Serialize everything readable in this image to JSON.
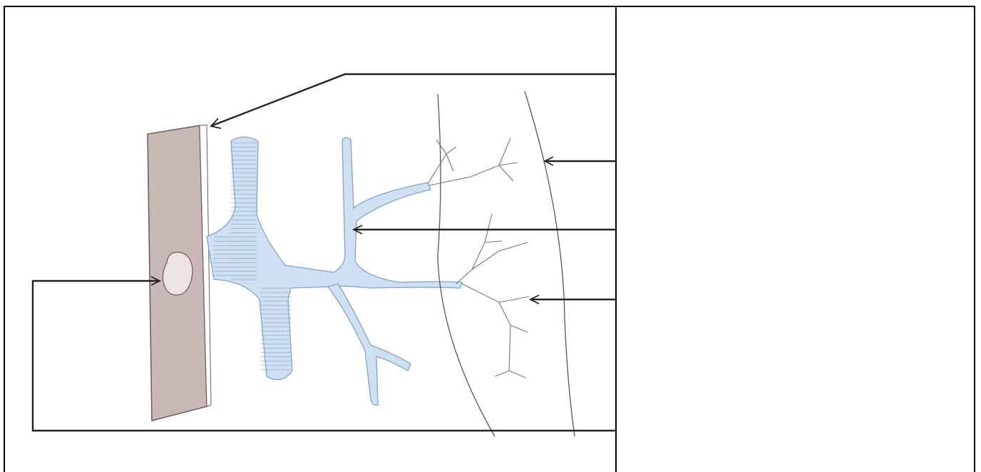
{
  "diagram": {
    "subject": "gland-duct-tree",
    "colors": {
      "plate": "#c9b8b6",
      "duct": "#c8dcef",
      "duct_stroke": "#7fa3c8",
      "line": "#222222",
      "thin_line": "#555555"
    },
    "labels": [
      {
        "id": "label-1",
        "text": ""
      },
      {
        "id": "label-2",
        "text": ""
      },
      {
        "id": "label-3",
        "text": ""
      },
      {
        "id": "label-4",
        "text": ""
      },
      {
        "id": "label-5",
        "text": ""
      }
    ]
  },
  "answers": {
    "label-1": "",
    "label-2": "",
    "label-3": "",
    "label-4": "",
    "label-5": ""
  }
}
